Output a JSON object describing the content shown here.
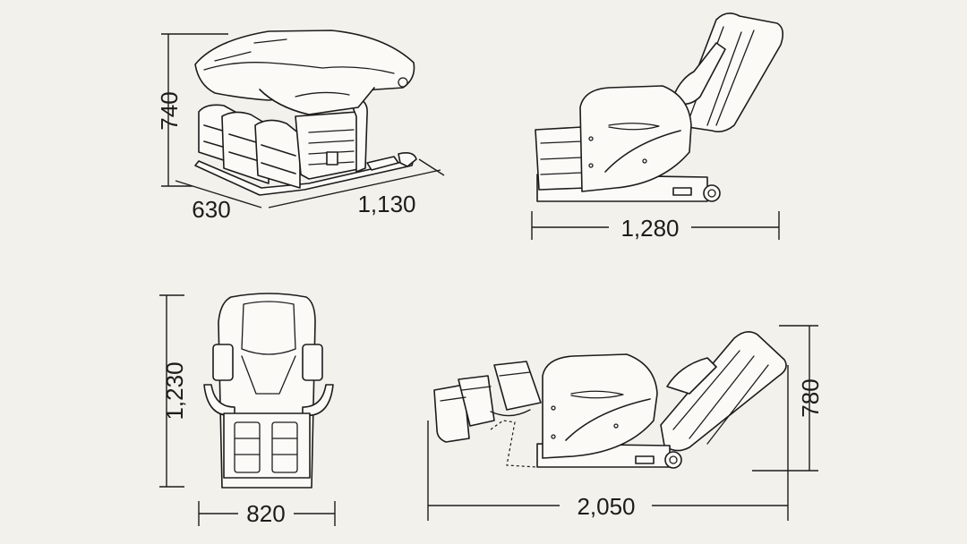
{
  "dimensions": {
    "view_a_height": "740",
    "view_a_width": "630",
    "view_a_depth": "1,130",
    "view_b_length": "1,280",
    "view_c_height": "1,230",
    "view_c_width": "820",
    "view_d_length": "2,050",
    "view_d_height": "780"
  },
  "colors": {
    "background": "#f3f1ec",
    "line": "#1d1c1b",
    "fill": "#fbfaf7"
  }
}
